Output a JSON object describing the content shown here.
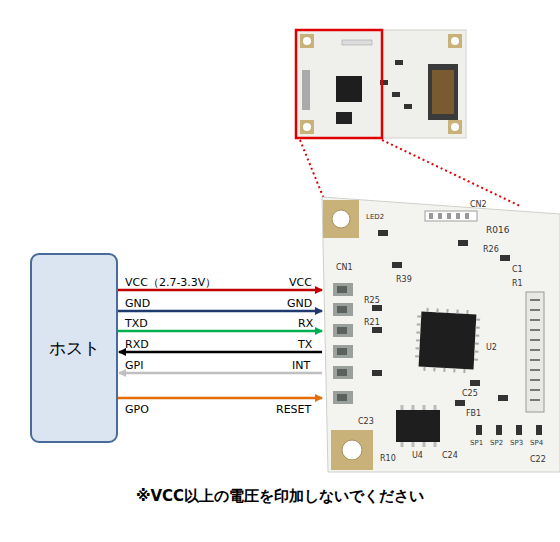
{
  "diagram": {
    "caption": "※VCC以上の電圧を印加しないでください",
    "nodes": [
      {
        "text": [
          "ホスト"
        ]
      }
    ],
    "labels": [
      "VCC（2.7-3.3V）",
      "GND",
      "TXD",
      "RXD",
      "GPI",
      "GPO",
      "VCC",
      "GND",
      "RX",
      "TX",
      "INT",
      "RESET",
      "CN2",
      "R016",
      "R26",
      "CN1",
      "R39",
      "R25",
      "R21",
      "U2",
      "C25",
      "C23",
      "R10",
      "U4",
      "C24",
      "FB1",
      "SP1",
      "SP2",
      "SP3",
      "SP4",
      "C22",
      "C1",
      "R1",
      "LED2"
    ]
  }
}
